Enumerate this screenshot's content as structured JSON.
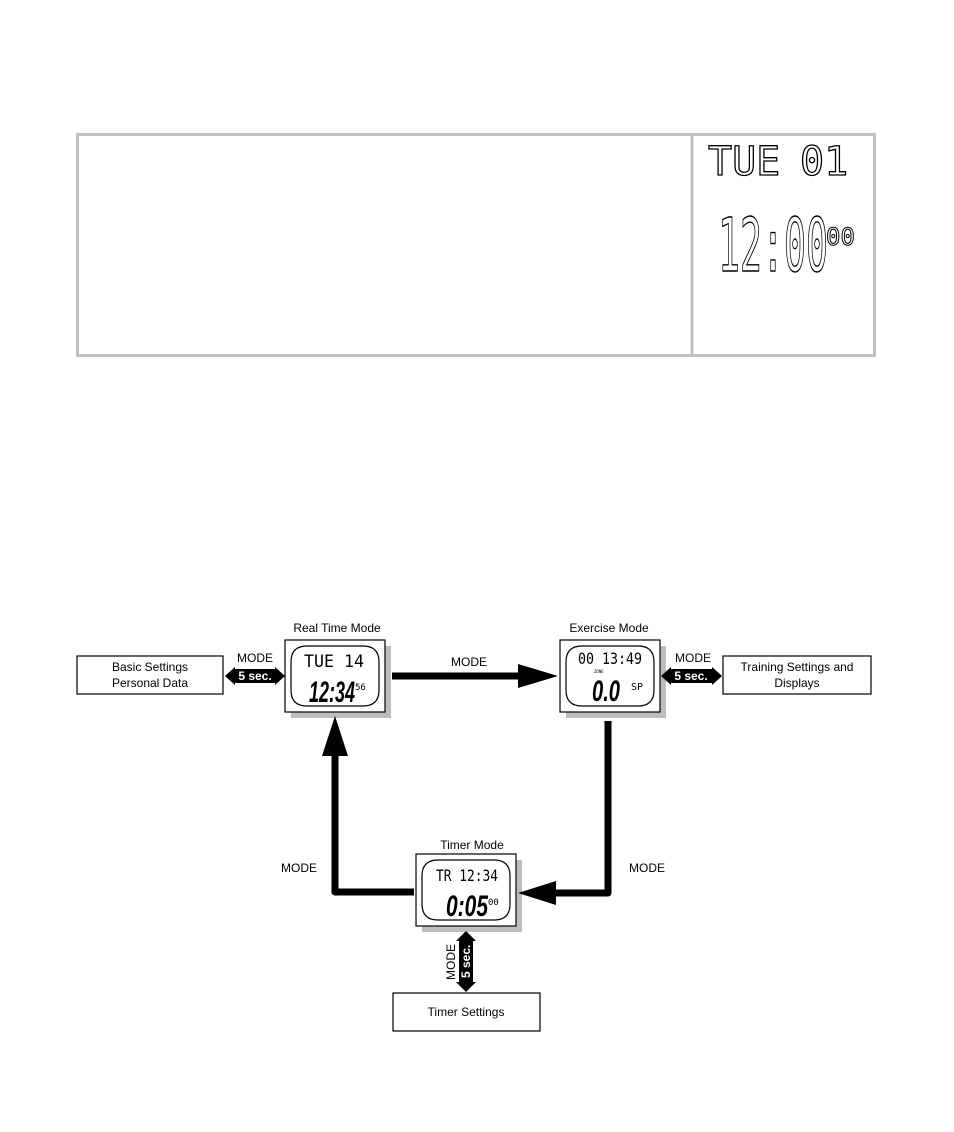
{
  "top_display": {
    "day": "TUE",
    "date": "01",
    "time": "12:00",
    "seconds": "00"
  },
  "modes": {
    "real_time": {
      "title": "Real Time Mode",
      "lcd_top": "TUE 14",
      "lcd_main": "12:34",
      "lcd_small": "56"
    },
    "exercise": {
      "title": "Exercise Mode",
      "lcd_top": "00 13:49",
      "lcd_zone": "ZONE",
      "lcd_main": "0.0",
      "lcd_small": "SP"
    },
    "timer": {
      "title": "Timer Mode",
      "lcd_top": "TR 12:34",
      "lcd_main": "0:05",
      "lcd_small": "00"
    }
  },
  "settings_boxes": {
    "basic": [
      "Basic Settings",
      "Personal Data"
    ],
    "training": [
      "Training Settings and",
      "Displays"
    ],
    "timer": "Timer Settings"
  },
  "arrow_labels": {
    "mode": "MODE",
    "hold": "5 sec."
  },
  "colors": {
    "panel_border": "#c0c0c0",
    "shadow": "#bdbdbd",
    "arrow": "#000000"
  }
}
